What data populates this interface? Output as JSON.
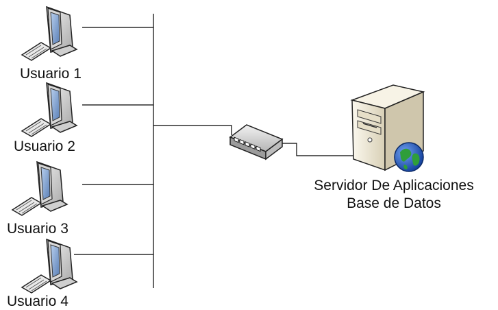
{
  "users": [
    {
      "label": "Usuario 1",
      "icon": "desktop-computer-icon"
    },
    {
      "label": "Usuario 2",
      "icon": "desktop-computer-icon"
    },
    {
      "label": "Usuario 3",
      "icon": "desktop-computer-icon"
    },
    {
      "label": "Usuario 4",
      "icon": "desktop-computer-icon"
    }
  ],
  "switch": {
    "icon": "network-switch-icon"
  },
  "server": {
    "icon": "server-tower-icon",
    "badge_icon": "globe-icon",
    "label_line1": "Servidor De Aplicaciones",
    "label_line2": "Base de Datos"
  },
  "colors": {
    "line": "#000000",
    "monitor_bezel": "#cfcfcf",
    "screen": "#7a9ac7",
    "server_body": "#efe9d6",
    "globe_ocean": "#1f57c9",
    "globe_land": "#2f9e3a"
  }
}
